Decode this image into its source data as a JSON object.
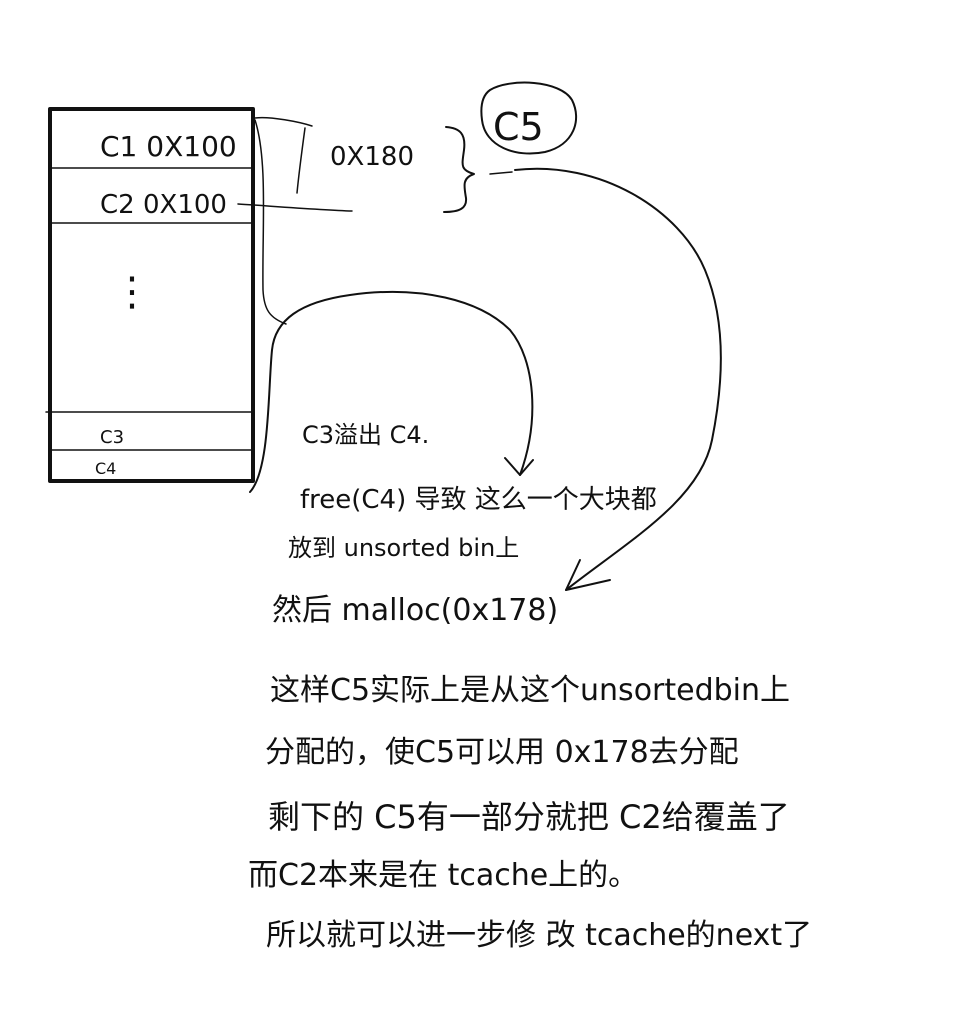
{
  "colors": {
    "background": "#ffffff",
    "ink": "#111111"
  },
  "memory_layout": {
    "chunk_c1": "C1 0X100",
    "chunk_c2": "C2 0X100",
    "chunk_c3": "C3",
    "chunk_c4": "C4",
    "ellipsis": "⋮"
  },
  "size_annotation": "0X180",
  "new_chunk_label": "C5",
  "notes": {
    "line1": "C3溢出 C4.",
    "line2": "free(C4) 导致 这么一个大块都",
    "line3": "放到 unsorted bin上",
    "line4": "然后 malloc(0x178)",
    "line5": "这样C5实际上是从这个unsortedbin上",
    "line6": "分配的，使C5可以用 0x178去分配",
    "line7": "剩下的 C5有一部分就把 C2给覆盖了",
    "line8": "而C2本来是在 tcache上的。",
    "line9": "所以就可以进一步修 改 tcache的next了"
  }
}
